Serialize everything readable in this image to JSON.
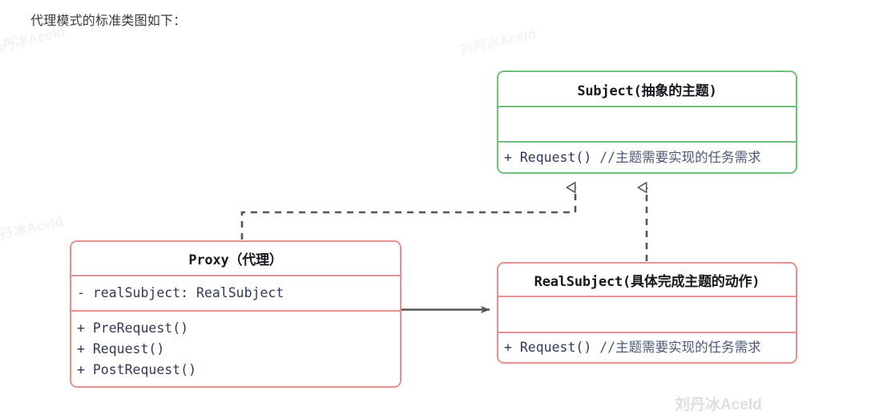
{
  "caption": "代理模式的标准类图如下：",
  "watermarks": {
    "main": "刘丹冰Aceld",
    "top": "刘丹冰Aceld",
    "left_upper": "刘丹冰Aceld",
    "left_lower": "刘丹冰Aceld"
  },
  "colors": {
    "subject_border": "#6fc07a",
    "proxy_border": "#e8908f",
    "realsubject_border": "#e8908f",
    "connector": "#555555",
    "text": "#2f3a56",
    "title_text": "#17181c",
    "caption_text": "#3a3a3a",
    "watermark": "#dededf",
    "background": "#ffffff"
  },
  "diagram": {
    "type": "uml-class-diagram",
    "pattern": "Proxy",
    "classes": [
      {
        "id": "subject",
        "title": "Subject(抽象的主题)",
        "stereotype": "interface",
        "attributes": [],
        "operations": [
          {
            "visibility": "+",
            "signature": "Request()",
            "comment": "//主题需要实现的任务需求"
          }
        ]
      },
      {
        "id": "proxy",
        "title": "Proxy（代理）",
        "stereotype": "class",
        "attributes": [
          {
            "visibility": "-",
            "signature": "realSubject: RealSubject",
            "comment": ""
          }
        ],
        "operations": [
          {
            "visibility": "+",
            "signature": "PreRequest()",
            "comment": ""
          },
          {
            "visibility": "+",
            "signature": "Request()",
            "comment": ""
          },
          {
            "visibility": "+",
            "signature": "PostRequest()",
            "comment": ""
          }
        ]
      },
      {
        "id": "realsubject",
        "title": "RealSubject(具体完成主题的动作)",
        "stereotype": "class",
        "attributes": [],
        "operations": [
          {
            "visibility": "+",
            "signature": "Request()",
            "comment": "//主题需要实现的任务需求"
          }
        ]
      }
    ],
    "relations": [
      {
        "from": "proxy",
        "to": "subject",
        "type": "realization",
        "line": "dashed",
        "arrowhead": "hollow-triangle"
      },
      {
        "from": "realsubject",
        "to": "subject",
        "type": "realization",
        "line": "dashed",
        "arrowhead": "hollow-triangle"
      },
      {
        "from": "proxy",
        "to": "realsubject",
        "type": "association",
        "line": "solid",
        "arrowhead": "filled-arrow"
      }
    ]
  },
  "labels": {
    "subject_title": "Subject(抽象的主题)",
    "subject_op_vis": "+",
    "subject_op_sig": "Request()",
    "subject_op_cmt": "//主题需要实现的任务需求",
    "proxy_title": "Proxy（代理）",
    "proxy_attr_vis": "-",
    "proxy_attr_sig": "realSubject: RealSubject",
    "proxy_op1": "+ PreRequest()",
    "proxy_op2": "+ Request()",
    "proxy_op3": "+ PostRequest()",
    "real_title": "RealSubject(具体完成主题的动作)",
    "real_op_vis": "+",
    "real_op_sig": "Request()",
    "real_op_cmt": "//主题需要实现的任务需求"
  }
}
